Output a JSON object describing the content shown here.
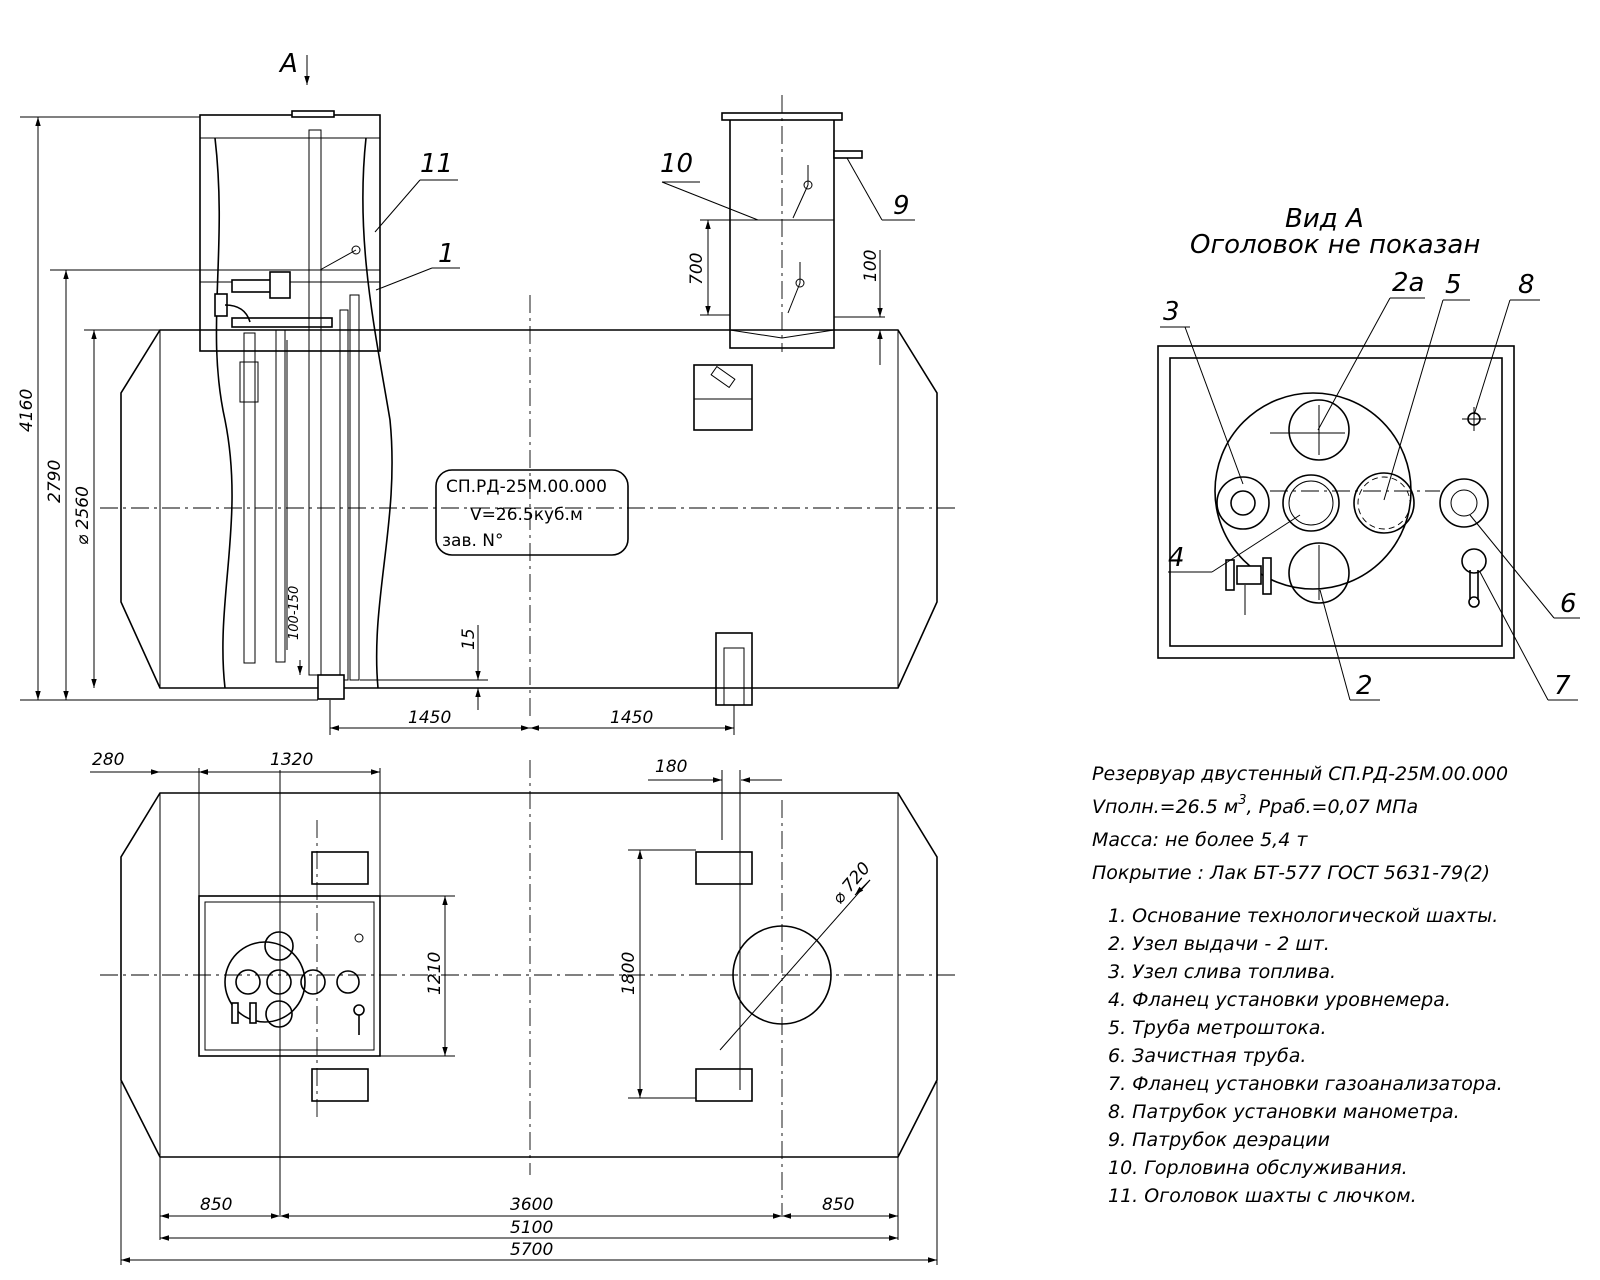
{
  "view_marker": "A",
  "callouts": {
    "c1": "1",
    "c2": "2",
    "c2a": "2a",
    "c3": "3",
    "c4": "4",
    "c5": "5",
    "c6": "6",
    "c7": "7",
    "c8": "8",
    "c9": "9",
    "c10": "10",
    "c11": "11"
  },
  "front_view": {
    "dims": {
      "h4160": "4160",
      "h2790": "2790",
      "d2560": "⌀ 2560",
      "d700": "700",
      "d100": "100",
      "d15": "15",
      "d100_150": "100-150",
      "d1450a": "1450",
      "d1450b": "1450"
    },
    "nameplate": {
      "line1": "СП.РД-25М.00.000",
      "line2": "V=26.5куб.м",
      "line3": "зав. N°"
    }
  },
  "view_a": {
    "title": "Вид A",
    "subtitle": "Оголовок не показан"
  },
  "plan_view": {
    "dims": {
      "d280": "280",
      "d1320": "1320",
      "d180": "180",
      "d720": "⌀ 720",
      "d1210": "1210",
      "d1800": "1800",
      "d850a": "850",
      "d3600": "3600",
      "d850b": "850",
      "d5100": "5100",
      "d5700": "5700"
    }
  },
  "spec": {
    "line1": "Резервуар двустенный СП.РД-25М.00.000",
    "line2a": "Vполн.=26.5 м",
    "line2sup": "3",
    "line2b": ", Рраб.=0,07 МПа",
    "line3": "Масса: не более 5,4 т",
    "line4": "Покрытие : Лак БТ-577 ГОСТ 5631-79(2)"
  },
  "legend": [
    "1. Основание технологической шахты.",
    "2. Узел выдачи - 2 шт.",
    "3. Узел слива топлива.",
    "4. Фланец установки уровнемера.",
    "5. Труба метроштока.",
    "6. Зачистная труба.",
    "7. Фланец установки газоанализатора.",
    "8. Патрубок установки манометра.",
    "9. Патрубок деэрации",
    "10. Горловина обслуживания.",
    "11. Оголовок шахты с лючком."
  ]
}
